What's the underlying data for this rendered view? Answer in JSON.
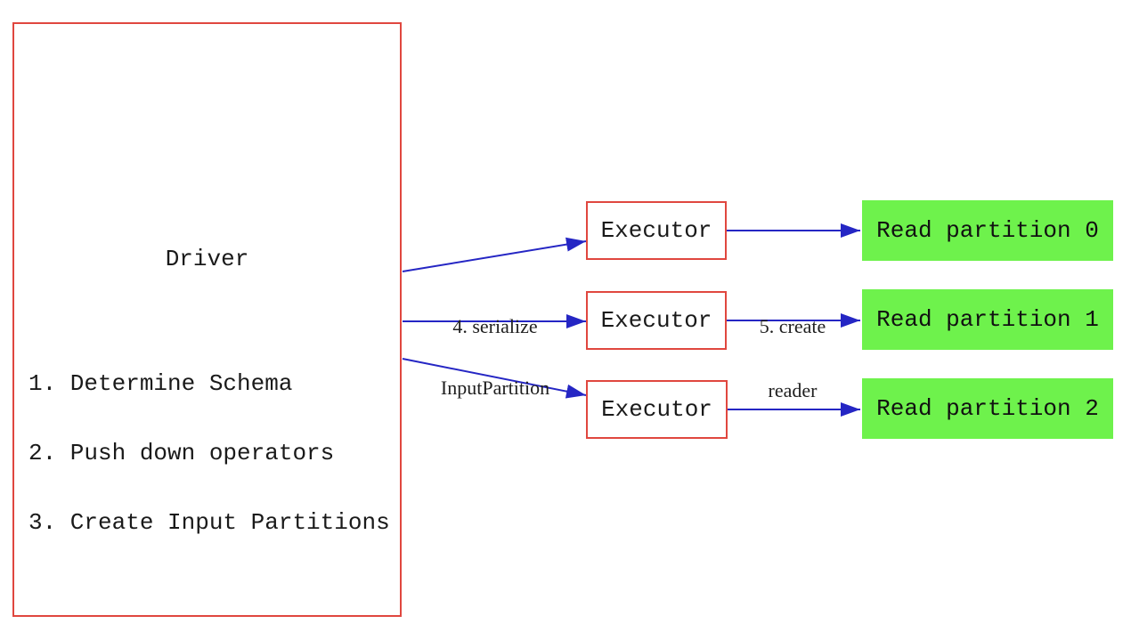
{
  "diagram": {
    "driver": {
      "title": "Driver",
      "steps": [
        "1. Determine Schema",
        "2. Push down operators",
        "3. Create Input Partitions"
      ]
    },
    "executors": [
      {
        "label": "Executor"
      },
      {
        "label": "Executor"
      },
      {
        "label": "Executor"
      }
    ],
    "read_partitions": [
      {
        "label": "Read partition 0"
      },
      {
        "label": "Read partition 1"
      },
      {
        "label": "Read partition 2"
      }
    ],
    "arrow_labels": {
      "serialize_line1": "4. serialize",
      "serialize_line2": "InputPartition",
      "create_reader_line1": "5. create",
      "create_reader_line2": "reader"
    },
    "colors": {
      "box_border_red": "#e0473f",
      "arrow_blue": "#2526c4",
      "partition_green": "#6ef24c",
      "text_black": "#1a1a1a"
    }
  }
}
